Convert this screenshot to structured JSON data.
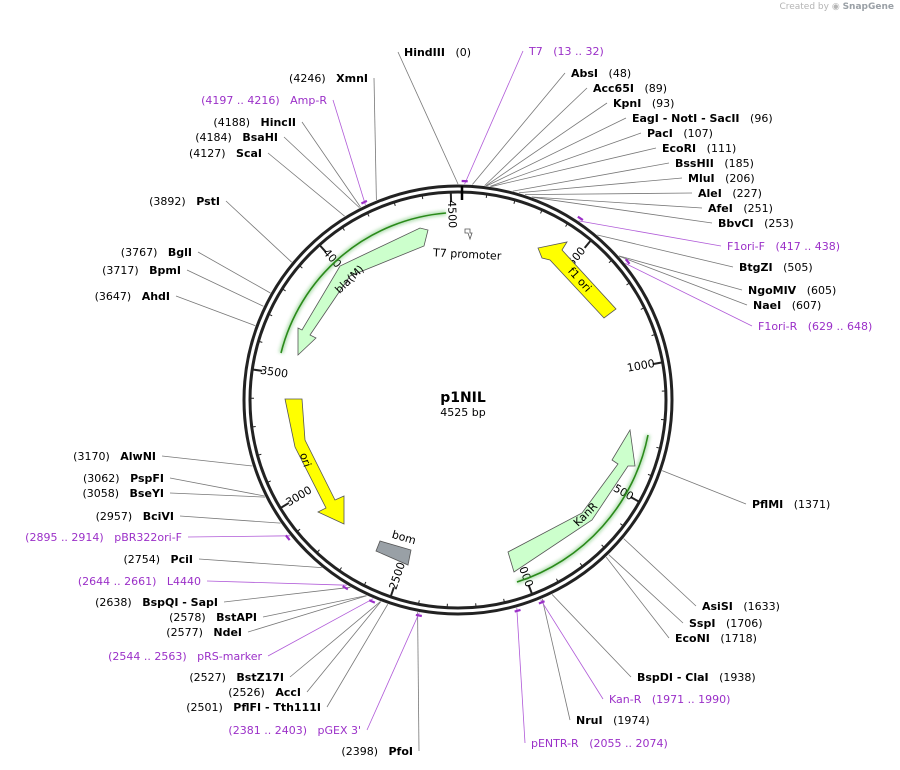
{
  "credit": {
    "prefix": "Created by",
    "brand": "SnapGene"
  },
  "plasmid": {
    "name": "p1NIL",
    "length_label": "4525 bp",
    "length": 4525
  },
  "ticks": [
    "500",
    "1000",
    "1500",
    "2000",
    "2500",
    "3000",
    "3500",
    "4000",
    "4500"
  ],
  "features": [
    {
      "name": "f1 ori",
      "color": "#ffff00"
    },
    {
      "name": "KanR",
      "color": "#ccffcc"
    },
    {
      "name": "ori",
      "color": "#ffff00"
    },
    {
      "name": "bla(M)",
      "color": "#ccffcc"
    },
    {
      "name": "bom",
      "color": "#99a0a6"
    },
    {
      "name": "T7 promoter",
      "color": "#ffffff"
    }
  ],
  "enzymes": [
    {
      "pos": "(0)",
      "name": "HindIII"
    },
    {
      "name": "AbsI",
      "pos": "(48)"
    },
    {
      "name": "Acc65I",
      "pos": "(89)"
    },
    {
      "name": "KpnI",
      "pos": "(93)"
    },
    {
      "name": "EagI  - NotI  - SacII",
      "pos": "(96)"
    },
    {
      "name": "PacI",
      "pos": "(107)"
    },
    {
      "name": "EcoRI",
      "pos": "(111)"
    },
    {
      "name": "BssHII",
      "pos": "(185)"
    },
    {
      "name": "MluI",
      "pos": "(206)"
    },
    {
      "name": "AleI",
      "pos": "(227)"
    },
    {
      "name": "AfeI",
      "pos": "(251)"
    },
    {
      "name": "BbvCI",
      "pos": "(253)"
    },
    {
      "name": "BtgZI",
      "pos": "(505)"
    },
    {
      "name": "NgoMIV",
      "pos": "(605)"
    },
    {
      "name": "NaeI",
      "pos": "(607)"
    },
    {
      "name": "PflMI",
      "pos": "(1371)"
    },
    {
      "name": "AsiSI",
      "pos": "(1633)"
    },
    {
      "name": "SspI",
      "pos": "(1706)"
    },
    {
      "name": "EcoNI",
      "pos": "(1718)"
    },
    {
      "name": "BspDI  - ClaI",
      "pos": "(1938)"
    },
    {
      "name": "NruI",
      "pos": "(1974)"
    },
    {
      "pos": "(2398)",
      "name": "PfoI"
    },
    {
      "pos": "(2501)",
      "name": "PflFI  - Tth111I"
    },
    {
      "pos": "(2526)",
      "name": "AccI"
    },
    {
      "pos": "(2527)",
      "name": "BstZ17I"
    },
    {
      "pos": "(2577)",
      "name": "NdeI"
    },
    {
      "pos": "(2578)",
      "name": "BstAPI"
    },
    {
      "pos": "(2638)",
      "name": "BspQI  - SapI"
    },
    {
      "pos": "(2754)",
      "name": "PciI"
    },
    {
      "pos": "(2957)",
      "name": "BciVI"
    },
    {
      "pos": "(3058)",
      "name": "BseYI"
    },
    {
      "pos": "(3062)",
      "name": "PspFI"
    },
    {
      "pos": "(3170)",
      "name": "AlwNI"
    },
    {
      "pos": "(3647)",
      "name": "AhdI"
    },
    {
      "pos": "(3717)",
      "name": "BpmI"
    },
    {
      "pos": "(3767)",
      "name": "BglI"
    },
    {
      "pos": "(3892)",
      "name": "PstI"
    },
    {
      "pos": "(4127)",
      "name": "ScaI"
    },
    {
      "pos": "(4184)",
      "name": "BsaHI"
    },
    {
      "pos": "(4188)",
      "name": "HincII"
    },
    {
      "pos": "(4246)",
      "name": "XmnI"
    }
  ],
  "primers": [
    {
      "name": "T7",
      "range": "(13 .. 32)"
    },
    {
      "name": "F1ori-F",
      "range": "(417 .. 438)"
    },
    {
      "name": "F1ori-R",
      "range": "(629 .. 648)"
    },
    {
      "name": "Kan-R",
      "range": "(1971 .. 1990)"
    },
    {
      "name": "pENTR-R",
      "range": "(2055 .. 2074)"
    },
    {
      "range": "(2381 .. 2403)",
      "name": "pGEX 3'"
    },
    {
      "range": "(2544 .. 2563)",
      "name": "pRS-marker"
    },
    {
      "range": "(2644 .. 2661)",
      "name": "L4440"
    },
    {
      "range": "(2895 .. 2914)",
      "name": "pBR322ori-F"
    },
    {
      "range": "(4197 .. 4216)",
      "name": "Amp-R"
    }
  ]
}
